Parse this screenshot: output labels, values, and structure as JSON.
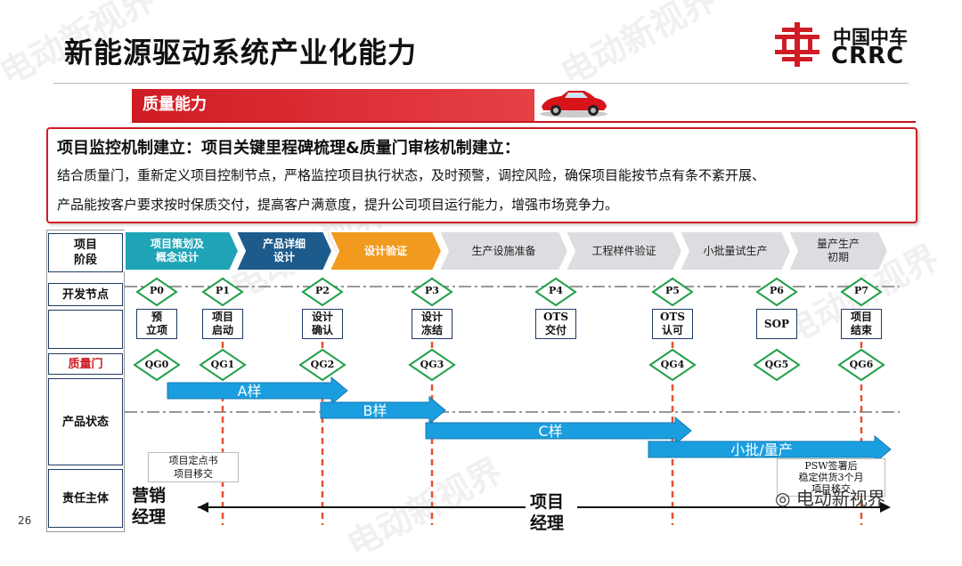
{
  "title": "新能源驱动系统产业化能力",
  "logo": {
    "cn": "中国中车",
    "en": "CRRC"
  },
  "section": "质量能力",
  "box": {
    "heading": "项目监控机制建立：项目关键里程碑梳理&质量门审核机制建立：",
    "line1": "结合质量门，重新定义项目控制节点，严格监控项目执行状态，及时预警，调控风险，确保项目能按节点有条不紊开展、",
    "line2": "产品能按客户要求按时保质交付，提高客户满意度，提升公司项目运行能力，增强市场竞争力。"
  },
  "rows": {
    "stage": "项目\n阶段",
    "nodes": "开发节点",
    "gate": "质量门",
    "status": "产品状态",
    "owner": "责任主体"
  },
  "stages": [
    {
      "label": "项目策划及\n概念设计",
      "color": "#1fa4b7",
      "text_color": "#ffffff"
    },
    {
      "label": "产品详细\n设计",
      "color": "#1d5b8c",
      "text_color": "#ffffff"
    },
    {
      "label": "设计验证",
      "color": "#f29a1d",
      "text_color": "#ffffff"
    },
    {
      "label": "生产设施准备",
      "color": "#dcdde0",
      "text_color": "#222222"
    },
    {
      "label": "工程样件验证",
      "color": "#dcdde0",
      "text_color": "#222222"
    },
    {
      "label": "小批量试生产",
      "color": "#dcdde0",
      "text_color": "#222222"
    },
    {
      "label": "量产生产\n初期",
      "color": "#dcdde0",
      "text_color": "#222222"
    }
  ],
  "phases": [
    {
      "p": "P0",
      "label": "预\n立项",
      "qg": "QG0"
    },
    {
      "p": "P1",
      "label": "项目\n启动",
      "qg": "QG1"
    },
    {
      "p": "P2",
      "label": "设计\n确认",
      "qg": "QG2"
    },
    {
      "p": "P3",
      "label": "设计\n冻结",
      "qg": "QG3"
    },
    {
      "p": "P4",
      "label": "OTS\n交付",
      "qg": ""
    },
    {
      "p": "P5",
      "label": "OTS\n认可",
      "qg": "QG4"
    },
    {
      "p": "P6",
      "label": "SOP",
      "qg": "QG5"
    },
    {
      "p": "P7",
      "label": "项目\n结束",
      "qg": "QG6"
    }
  ],
  "samples": [
    "A样",
    "B样",
    "C样",
    "小批/量产"
  ],
  "notes": {
    "definition": "项目定点书\n项目移交",
    "psw": "PSW签署后\n稳定供货3个月\n项目移交"
  },
  "owners": {
    "marketing": "营销\n经理",
    "project": "项目\n经理"
  },
  "page_number": "26",
  "watermark": "电动新视界",
  "wechat_tag": "电动新视界",
  "colors": {
    "brand_red": "#d01c24",
    "arrow_blue": "#1a9ee0",
    "gate_green": "#22a04a"
  }
}
